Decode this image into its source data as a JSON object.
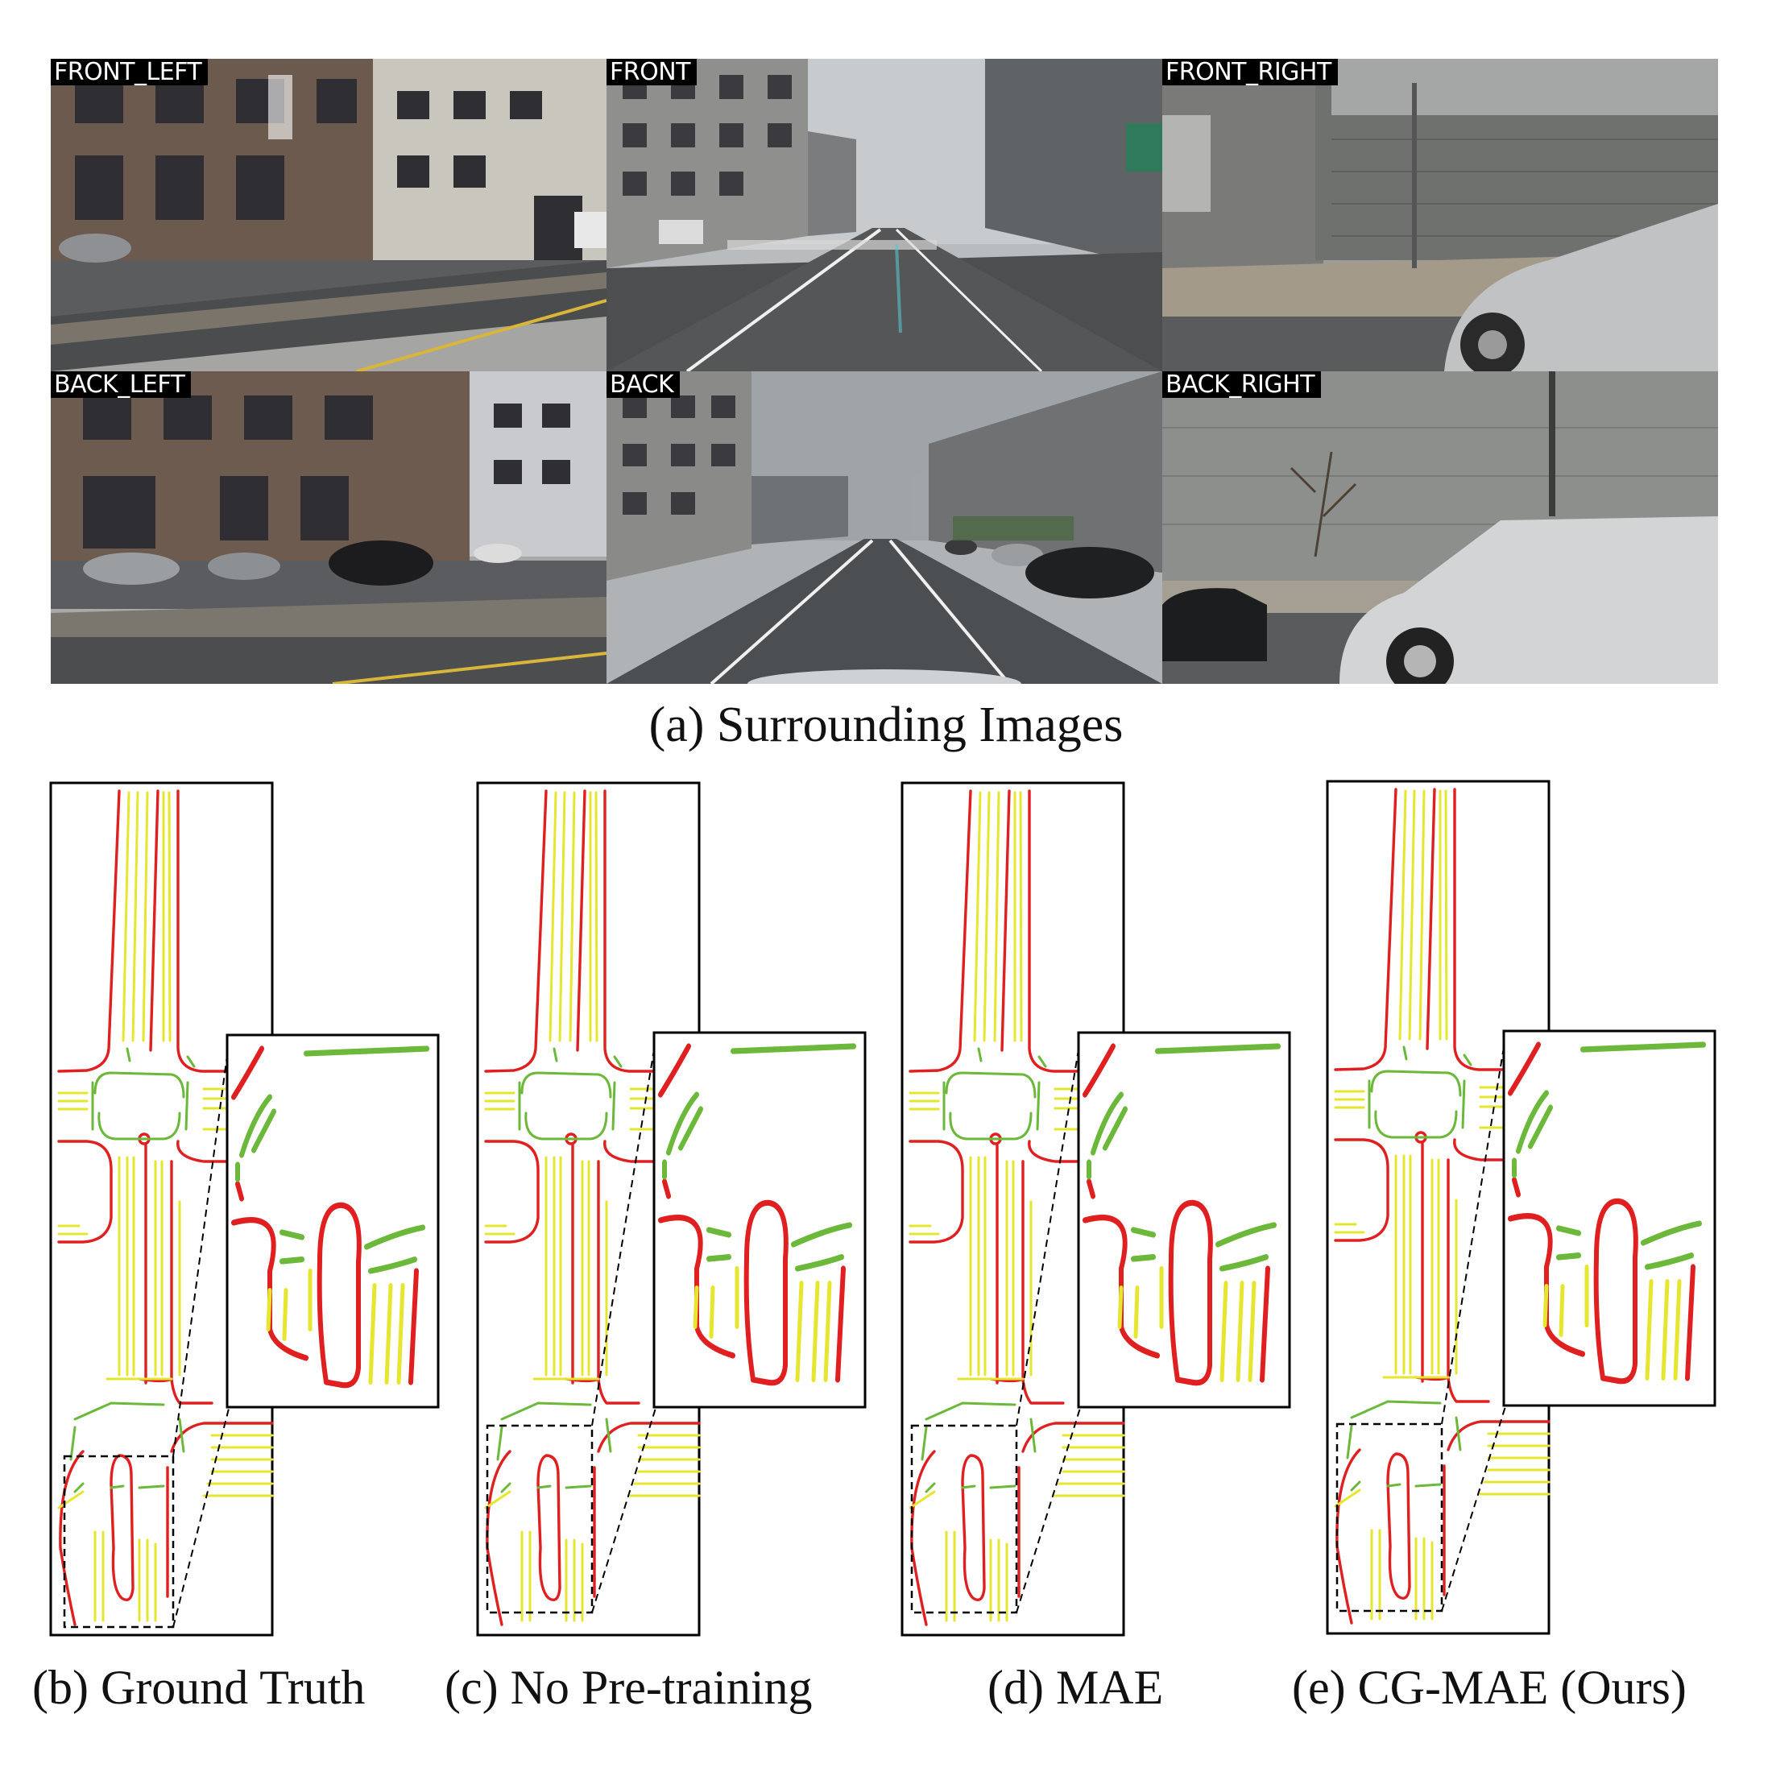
{
  "cameras": [
    {
      "id": "front_left",
      "label": "FRONT_LEFT"
    },
    {
      "id": "front",
      "label": "FRONT"
    },
    {
      "id": "front_right",
      "label": "FRONT_RIGHT"
    },
    {
      "id": "back_left",
      "label": "BACK_LEFT"
    },
    {
      "id": "back",
      "label": "BACK"
    },
    {
      "id": "back_right",
      "label": "BACK_RIGHT"
    }
  ],
  "captions": {
    "surrounding": "(a) Surrounding Images",
    "ground_truth": "(b) Ground Truth",
    "no_pretraining": "(c) No Pre-training",
    "mae": "(d) MAE",
    "cg_mae": "(e) CG-MAE (Ours)"
  },
  "map_classes": [
    {
      "name": "boundary",
      "color": "#e02020"
    },
    {
      "name": "divider",
      "color": "#e6e62e"
    },
    {
      "name": "ped_crossing",
      "color": "#6cb83a"
    }
  ]
}
